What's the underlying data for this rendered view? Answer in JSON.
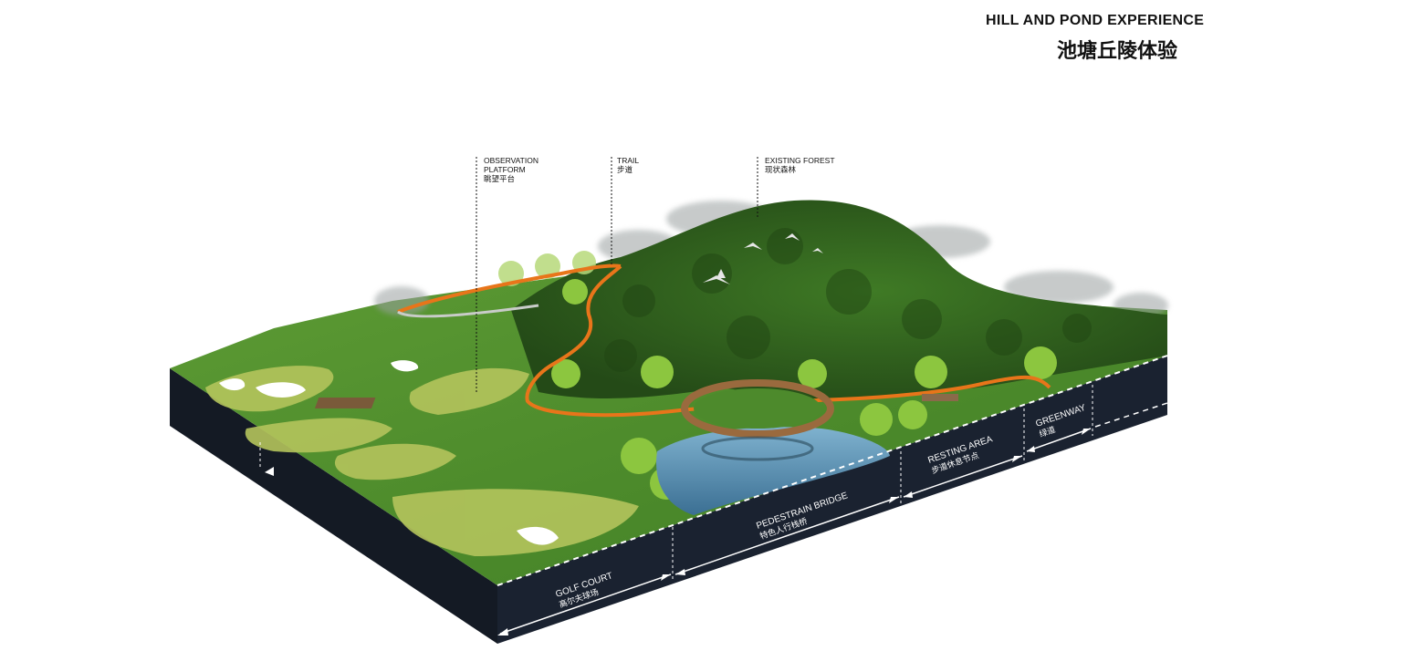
{
  "header": {
    "title_en": "HILL AND POND EXPERIENCE",
    "title_zh": "池塘丘陵体验"
  },
  "callouts": {
    "observation_en_1": "OBSERVATION",
    "observation_en_2": "PLATFORM",
    "observation_zh": "眺望平台",
    "trail_en": "TRAIL",
    "trail_zh": "步道",
    "forest_en": "EXISTING FOREST",
    "forest_zh": "现状森林"
  },
  "zones": {
    "golf_en": "GOLF COURT",
    "golf_zh": "高尔夫球场",
    "bridge_en": "PEDESTRAIN BRIDGE",
    "bridge_zh": "特色人行栈桥",
    "resting_en": "RESTING AREA",
    "resting_zh": "步道休息节点",
    "greenway_en": "GREENWAY",
    "greenway_zh": "绿道"
  },
  "colors": {
    "trail": "#e8751a",
    "base": "#141a24",
    "grass": "#4d8a2c",
    "forest": "#2f5a1e",
    "water": "#5a8fb0"
  }
}
